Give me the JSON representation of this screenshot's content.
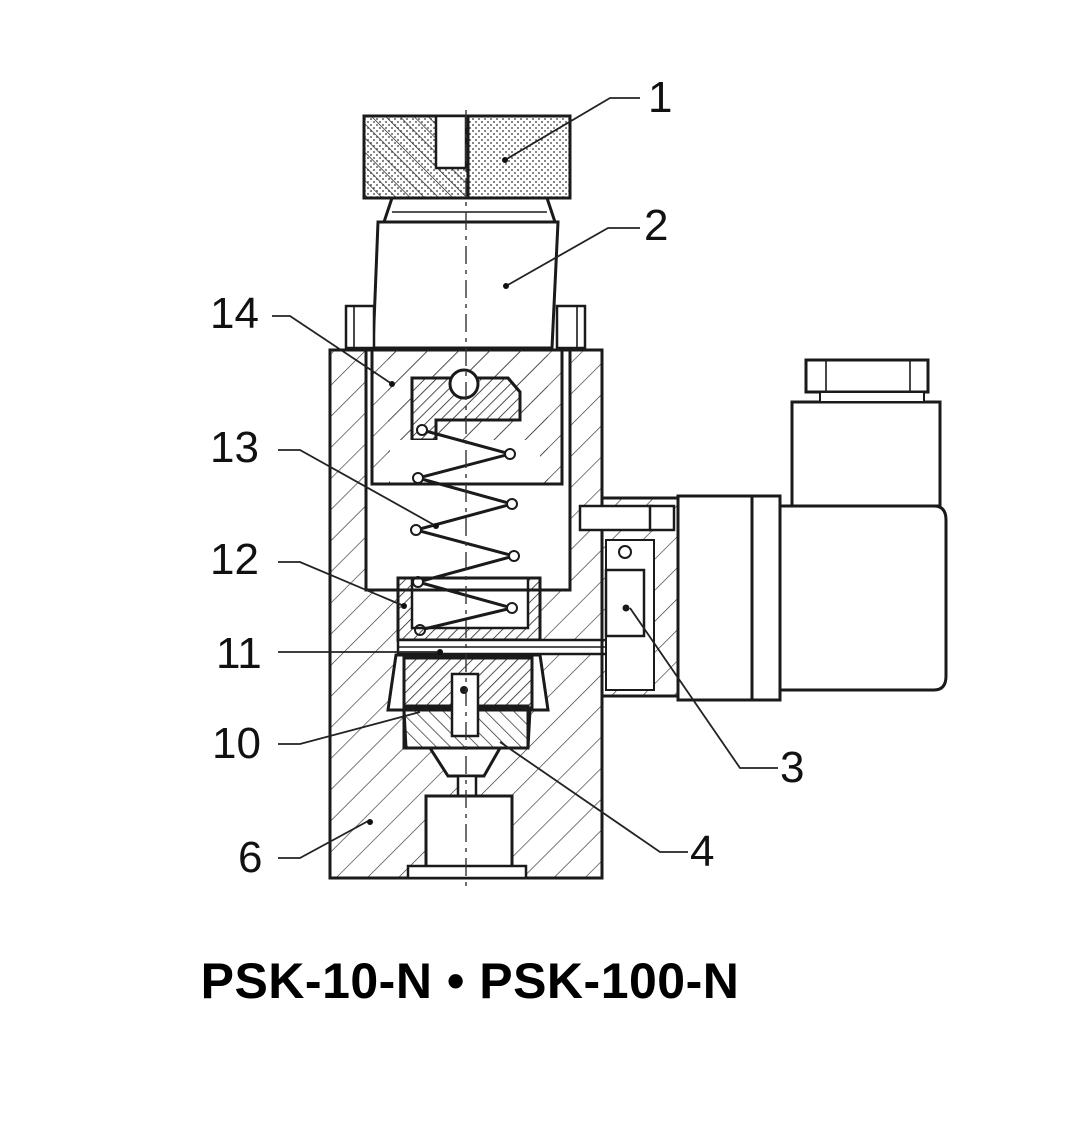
{
  "title": "PSK-10-N • PSK-100-N",
  "callouts": {
    "c1": "1",
    "c2": "2",
    "c3": "3",
    "c4": "4",
    "c6": "6",
    "c10": "10",
    "c11": "11",
    "c12": "12",
    "c13": "13",
    "c14": "14"
  },
  "colors": {
    "line": "#1a1a1a",
    "background": "#ffffff"
  }
}
